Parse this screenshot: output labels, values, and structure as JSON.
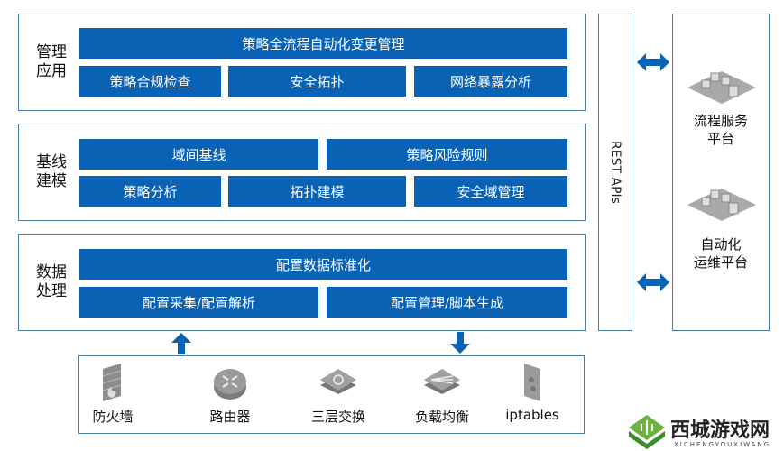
{
  "layers": [
    {
      "label": "管理\n应用",
      "row1": [
        "策略全流程自动化变更管理"
      ],
      "row2": [
        "策略合规检查",
        "安全拓扑",
        "网络暴露分析"
      ]
    },
    {
      "label": "基线\n建模",
      "row1": [
        "域间基线",
        "策略风险规则"
      ],
      "row2": [
        "策略分析",
        "拓扑建模",
        "安全域管理"
      ]
    },
    {
      "label": "数据\n处理",
      "row1": [
        "配置数据标准化"
      ],
      "row2": [
        "配置采集/配置解析",
        "配置管理/脚本生成"
      ]
    }
  ],
  "layer_labels": [
    [
      "管理",
      "应用"
    ],
    [
      "基线",
      "建模"
    ],
    [
      "数据",
      "处理"
    ]
  ],
  "rest_label": "REST APIs",
  "platforms": [
    {
      "line1": "流程服务",
      "line2": "平台",
      "icon": "server-platform-icon"
    },
    {
      "line1": "自动化",
      "line2": "运维平台",
      "icon": "server-platform-icon"
    }
  ],
  "devices": [
    {
      "label": "防火墙",
      "icon": "firewall-icon"
    },
    {
      "label": "路由器",
      "icon": "router-icon"
    },
    {
      "label": "三层交换",
      "icon": "switch-icon"
    },
    {
      "label": "负载均衡",
      "icon": "load-balancer-icon"
    },
    {
      "label": "iptables",
      "icon": "iptables-icon"
    }
  ],
  "watermark": {
    "name": "西城游戏网",
    "sub": "XICHENGYOUXIWANG"
  },
  "colors": {
    "block": "#0a62b4",
    "border": "#4a7aa6",
    "icon": "#9a9a9a"
  }
}
